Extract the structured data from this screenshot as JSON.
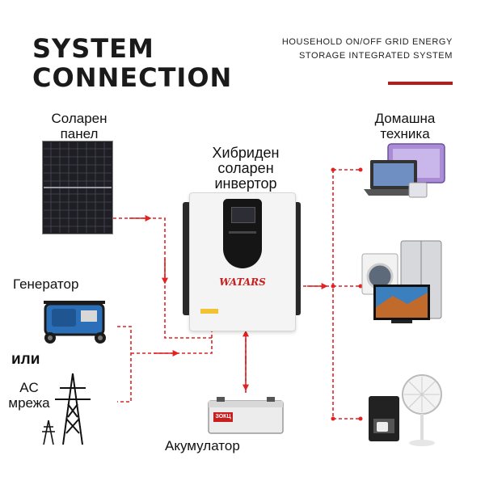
{
  "header": {
    "title_line1": "SYSTEM",
    "title_line2": "CONNECTION",
    "subtitle_line1": "HOUSEHOLD ON/OFF GRID ENERGY",
    "subtitle_line2": "STORAGE INTEGRATED SYSTEM"
  },
  "nodes": {
    "solar_panel": {
      "line1": "Соларен",
      "line2": "панел"
    },
    "inverter": {
      "line1": "Хибриден",
      "line2": "соларен",
      "line3": "инвертор",
      "brand": "WATARS"
    },
    "generator": {
      "label": "Генератор"
    },
    "or": {
      "label": "или"
    },
    "ac_grid": {
      "line1": "AC",
      "line2": "мрежа"
    },
    "battery": {
      "label": "Акумулатор",
      "brand": "ЗОКЦ"
    },
    "appliances": {
      "line1": "Домашна",
      "line2": "техника"
    }
  },
  "colors": {
    "accent": "#b81a1a",
    "wire": "#e02424",
    "inverter_body": "#f4f4f4"
  }
}
